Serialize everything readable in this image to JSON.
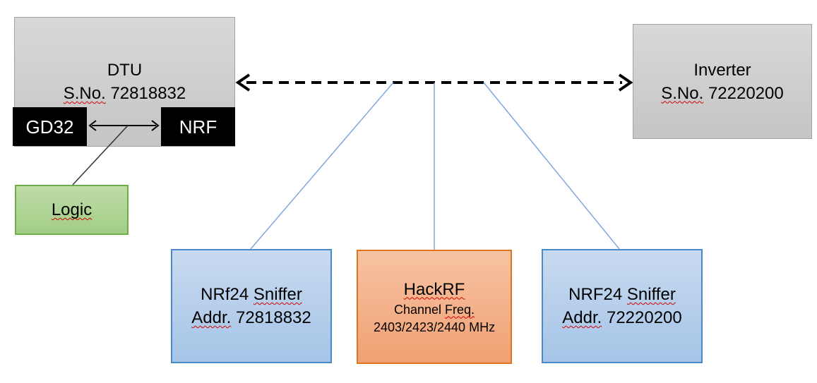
{
  "colors": {
    "gray_fill_top": "#d8d8d8",
    "gray_fill": "#c5c5c5",
    "gray_border": "#a3a3a3",
    "black_fill": "#000000",
    "black_text": "#ffffff",
    "green_fill_top": "#bedca7",
    "green_fill": "#a2cd86",
    "green_border": "#6ead47",
    "blue_fill_top": "#c8daf0",
    "blue_fill": "#a5c4e7",
    "blue_border": "#4a89c8",
    "orange_fill_top": "#f7c3a3",
    "orange_fill": "#f0a173",
    "orange_border": "#e0731d",
    "connector_blue": "#7fa9dc",
    "arrow_black": "#000000",
    "line_dark": "#333333",
    "squiggle": "#d40000"
  },
  "nodes": {
    "dtu": {
      "title": "DTU",
      "serial_label": "S.No.",
      "serial_value": "72818832"
    },
    "gd32": {
      "label": "GD32"
    },
    "nrf": {
      "label": "NRF"
    },
    "logic": {
      "label": "Logic"
    },
    "inverter": {
      "title": "Inverter",
      "serial_label": "S.No.",
      "serial_value": "72220200"
    },
    "sniffer1": {
      "title_prefix": "NRf24",
      "title_word": "Sniffer",
      "addr_label": "Addr.",
      "addr_value": "72818832"
    },
    "hackrf": {
      "title": "HackRF",
      "freq_prefix": "Channel",
      "freq_word": "Freq.",
      "freq_values": "2403/2423/2440 MHz"
    },
    "sniffer2": {
      "title_prefix": "NRF24",
      "title_word": "Sniffer",
      "addr_label": "Addr.",
      "addr_value": "72220200"
    }
  }
}
